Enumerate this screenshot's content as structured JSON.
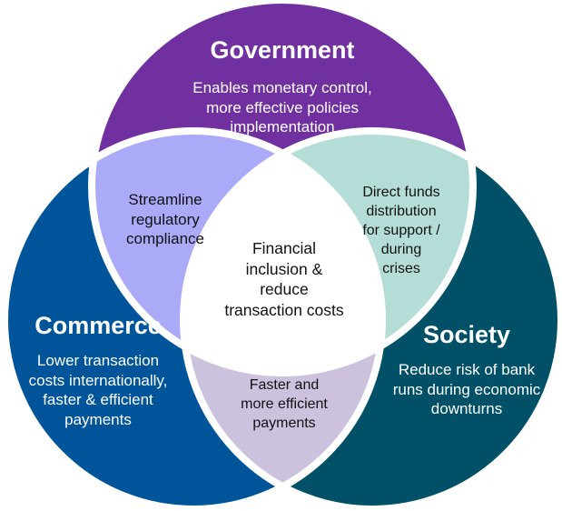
{
  "colors": {
    "government": "#7030a0",
    "commerce": "#00559a",
    "society": "#005068",
    "government_commerce": "#abaaf8",
    "government_society": "#b5ddd8",
    "commerce_society": "#ccc2de",
    "all_three": "#ffffff"
  },
  "government": {
    "title": "Government",
    "lines": [
      "Enables monetary control,",
      "more effective policies",
      "implementation"
    ]
  },
  "commerce": {
    "title": "Commerce",
    "lines": [
      "Lower transaction",
      "costs internationally,",
      "faster & efficient",
      "payments"
    ]
  },
  "society": {
    "title": "Society",
    "lines": [
      "Reduce risk of bank",
      "runs during economic",
      "downturns"
    ]
  },
  "government_commerce": {
    "lines": [
      "Streamline",
      "regulatory",
      "compliance"
    ]
  },
  "government_society": {
    "lines": [
      "Direct funds",
      "distribution",
      "for support /",
      "during",
      "crises"
    ]
  },
  "commerce_society": {
    "lines": [
      "Faster and",
      "more efficient",
      "payments"
    ]
  },
  "center": {
    "lines": [
      "Financial",
      "inclusion &",
      "reduce",
      "transaction costs"
    ]
  }
}
